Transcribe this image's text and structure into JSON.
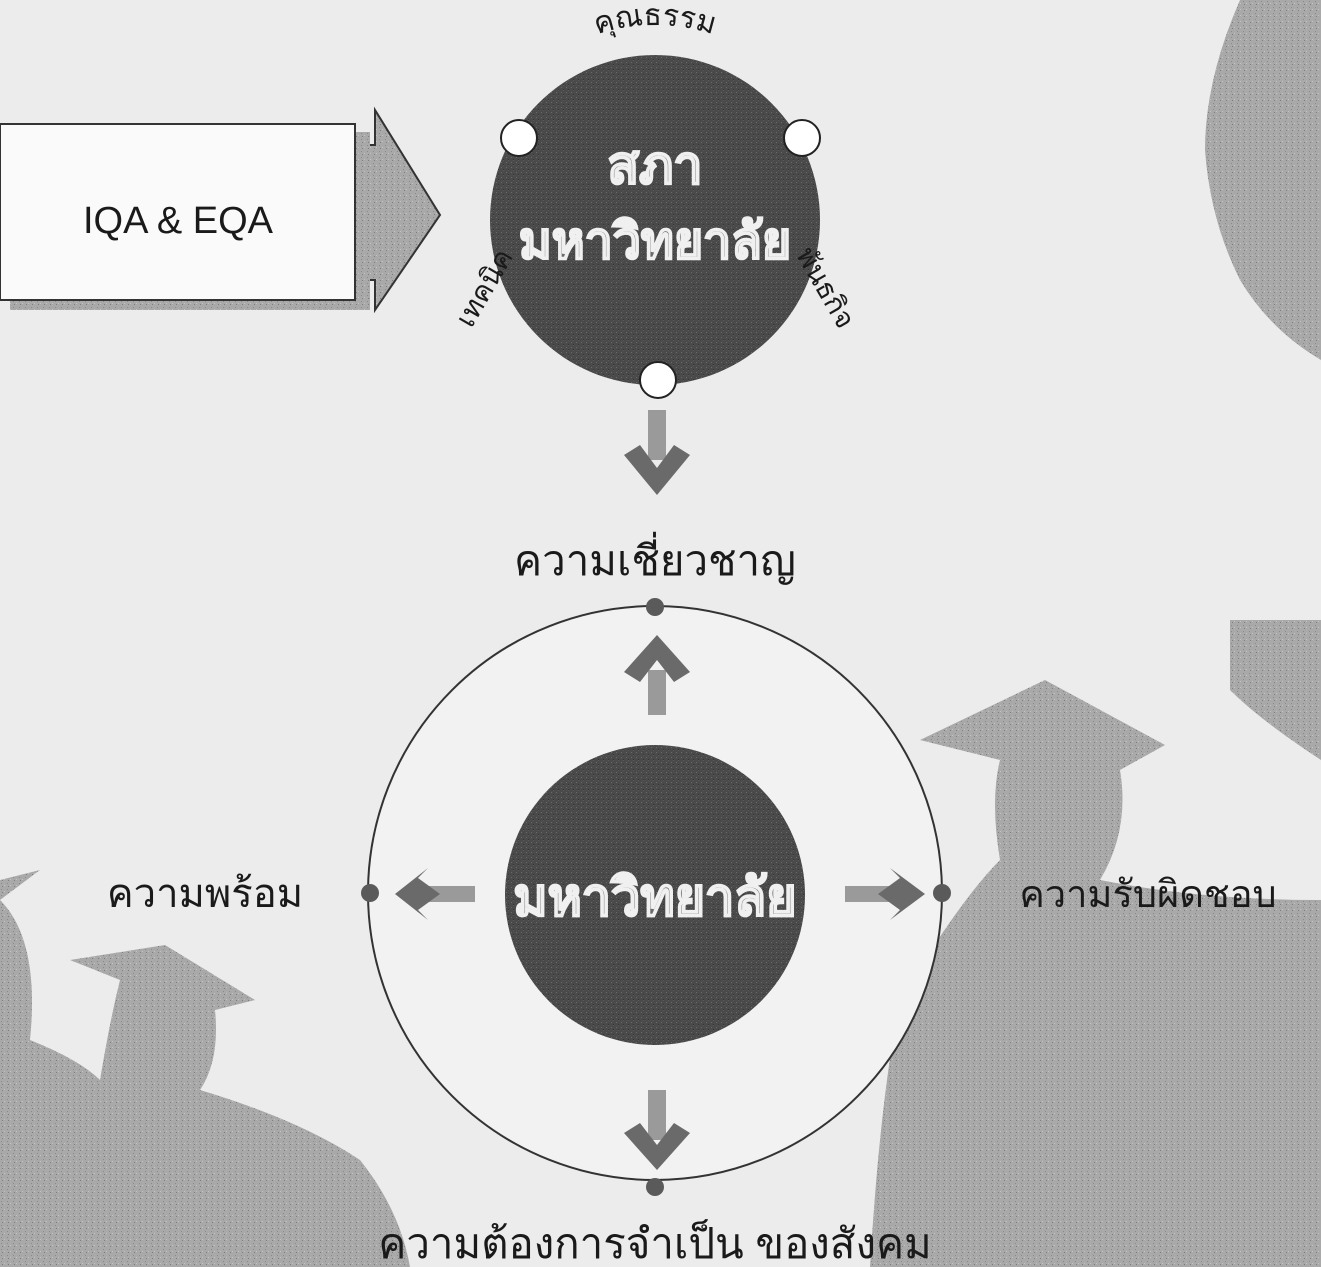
{
  "input_box": {
    "label": "IQA & EQA"
  },
  "council": {
    "title_line1": "สภา",
    "title_line2": "มหาวิทยาลัย",
    "label_top": "คุณธรรม",
    "label_left": "เทคนิค",
    "label_right": "พันธกิจ"
  },
  "university": {
    "title": "มหาวิทยาลัย",
    "label_top": "ความเชี่ยวชาญ",
    "label_left": "ความพร้อม",
    "label_right": "ความรับผิดชอบ",
    "label_bottom": "ความต้องการจำเป็น ของสังคม"
  },
  "colors": {
    "dark_circle": "#4a4a4a",
    "arrow": "#8a8a8a",
    "silhouette": "#aaaaaa",
    "text": "#1a1a1a",
    "background": "#ececec"
  },
  "icons": [
    "graduate-silhouette-icon",
    "arrow-down-icon",
    "arrow-up-icon",
    "arrow-left-icon",
    "arrow-right-icon"
  ]
}
